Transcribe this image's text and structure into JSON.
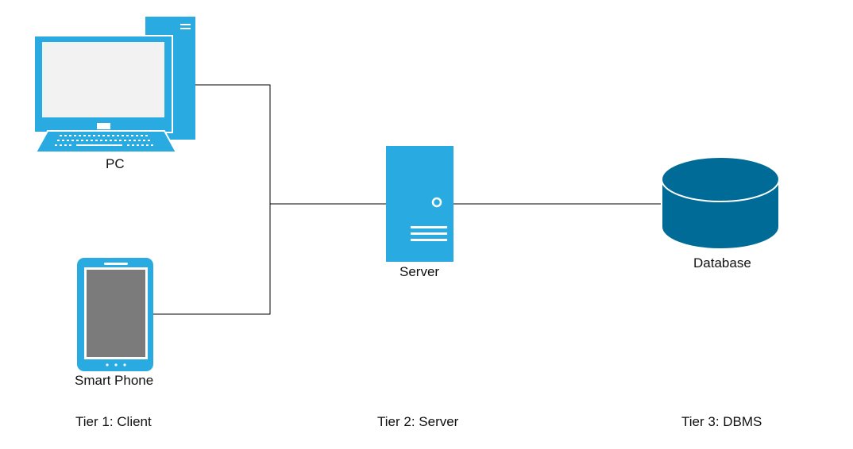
{
  "nodes": {
    "pc": {
      "label": "PC",
      "icon": "desktop-computer-icon"
    },
    "phone": {
      "label": "Smart Phone",
      "icon": "smartphone-icon"
    },
    "server": {
      "label": "Server",
      "icon": "server-icon"
    },
    "database": {
      "label": "Database",
      "icon": "database-icon"
    }
  },
  "tiers": {
    "client": "Tier 1: Client",
    "server": "Tier 2: Server",
    "dbms": "Tier 3: DBMS"
  },
  "colors": {
    "device": "#29abe2",
    "screen_pc": "#f2f2f2",
    "screen_phone": "#7b7b7b",
    "database_fill": "#006b97",
    "connector": "#000000"
  }
}
